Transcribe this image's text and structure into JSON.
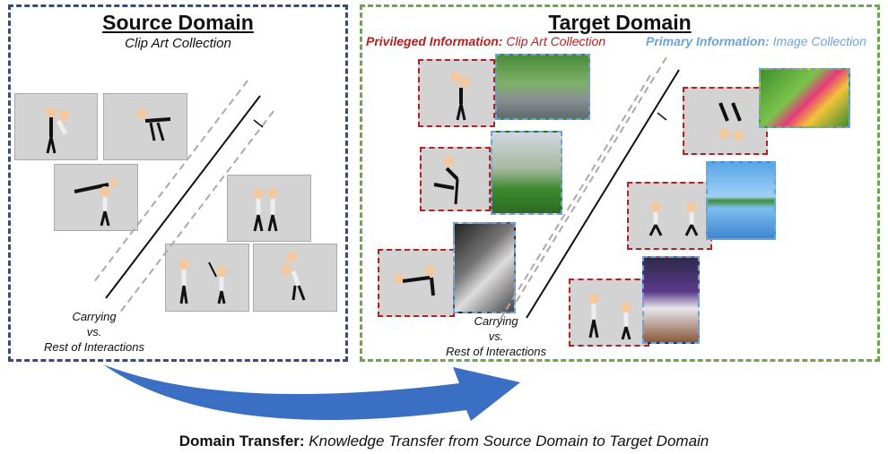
{
  "source": {
    "title": "Source Domain",
    "subtitle": "Clip Art Collection",
    "label_line1": "Carrying",
    "label_line2": "vs.",
    "label_line3": "Rest of Interactions"
  },
  "target": {
    "title": "Target Domain",
    "privileged_key": "Privileged Information:",
    "privileged_value": "Clip Art Collection",
    "primary_key": "Primary Information:",
    "primary_value": "Image Collection",
    "label_line1": "Carrying",
    "label_line2": "vs.",
    "label_line3": "Rest of Interactions"
  },
  "transfer": {
    "key": "Domain Transfer:",
    "value": "Knowledge Transfer from Source Domain to Target Domain"
  },
  "colors": {
    "source_border": "#2c4f86",
    "target_border": "#6aa84f",
    "privileged": "#b22222",
    "primary": "#6fa3d8",
    "arrow": "#3a6fc4"
  }
}
